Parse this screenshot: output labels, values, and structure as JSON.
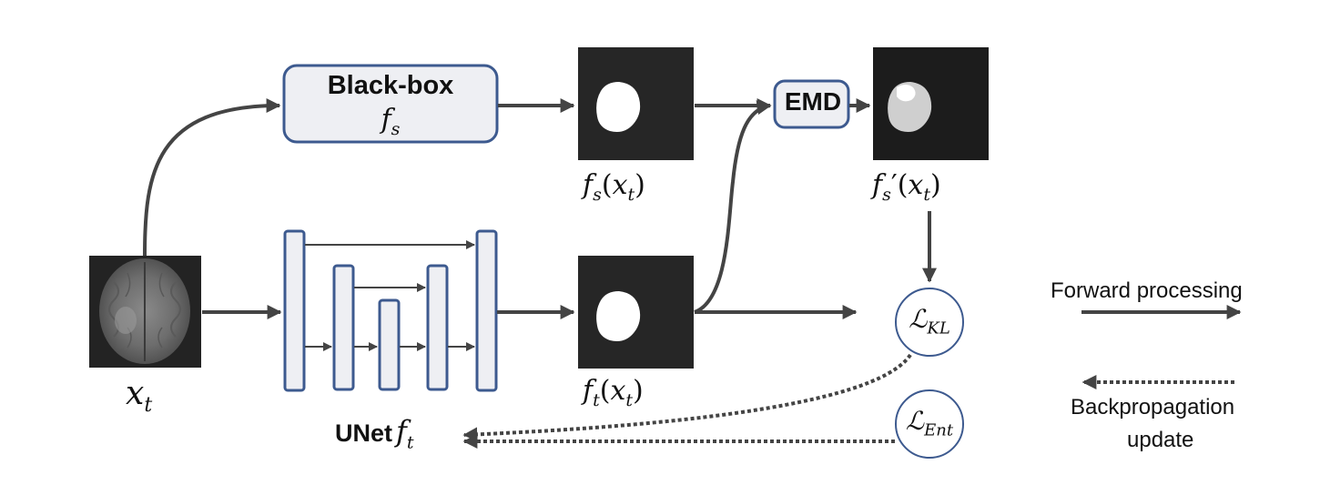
{
  "blackbox": {
    "title": "Black-box",
    "func": "f",
    "sub": "s"
  },
  "emd": {
    "label": "EMD"
  },
  "labels": {
    "xt": {
      "base": "x",
      "sub": "t"
    },
    "fs_xt": {
      "f": "f",
      "fsub": "s",
      "x": "x",
      "xsub": "t"
    },
    "fsp_xt": {
      "f": "f",
      "fsub": "s",
      "prime": "′",
      "x": "x",
      "xsub": "t"
    },
    "ft_xt": {
      "f": "f",
      "fsub": "t",
      "x": "x",
      "xsub": "t"
    },
    "unet": {
      "name": "UNet",
      "f": "f",
      "sub": "t"
    }
  },
  "losses": {
    "kl": {
      "symbol": "ℒ",
      "sub": "KL"
    },
    "ent": {
      "symbol": "ℒ",
      "sub": "Ent"
    }
  },
  "legend": {
    "forward": "Forward processing",
    "backprop_line1": "Backpropagation",
    "backprop_line2": "update"
  },
  "colors": {
    "box_border": "#3d5a8f",
    "box_fill": "#eeeff3",
    "arrow": "#444444",
    "mask_bg": "#262626",
    "mask_fg": "#ffffff"
  }
}
